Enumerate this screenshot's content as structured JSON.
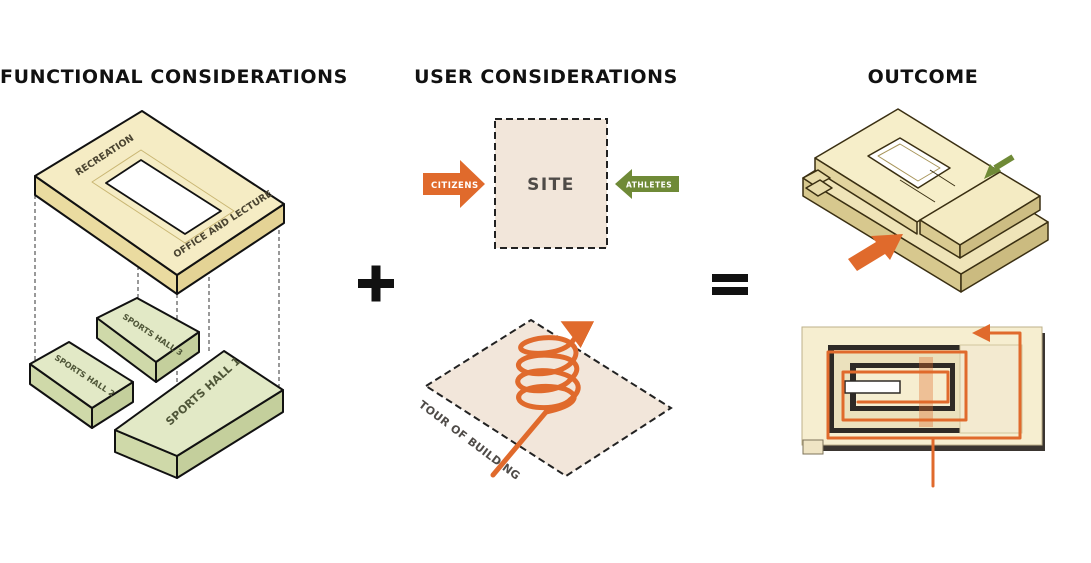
{
  "headings": {
    "functional": "FUNCTIONAL CONSIDERATIONS",
    "user": "USER CONSIDERATIONS",
    "outcome": "OUTCOME"
  },
  "operators": {
    "plus": "+",
    "equals": "="
  },
  "functional": {
    "ring_labels": {
      "recreation": "RECREATION",
      "office": "OFFICE AND LECTURE"
    },
    "halls": {
      "hall1": "SPORTS HALL 1",
      "hall2": "SPORTS HALL 2",
      "hall3": "SPORTS HALL 3"
    }
  },
  "user": {
    "site_label": "SITE",
    "citizens_label": "CITIZENS",
    "athletes_label": "ATHLETES",
    "tour_label": "TOUR OF BUILDING"
  },
  "colors": {
    "cream": "#f5ecc4",
    "sage": "#e2e9c6",
    "orange": "#e06a2c",
    "green": "#6f8a37",
    "site_fill": "#f2e6da"
  }
}
